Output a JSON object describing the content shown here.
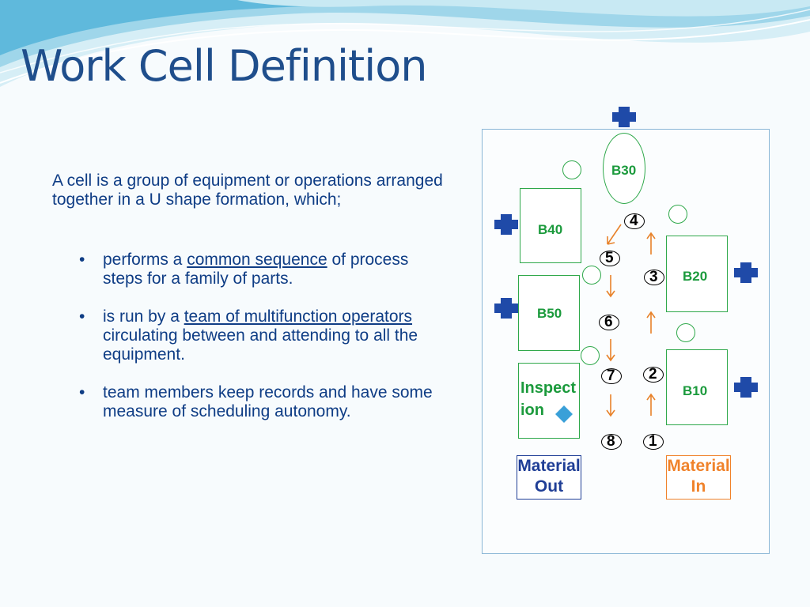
{
  "slide": {
    "title": "Work Cell Definition",
    "intro": "A cell is a group of equipment or operations arranged together in a U shape formation, which;",
    "bullet_glyph": "•",
    "bullets": {
      "b1": {
        "pre": "performs a ",
        "link": "common sequence",
        "post": " of process steps for a family of parts."
      },
      "b2": {
        "pre": "is run by a ",
        "link": "team of multifunction operators",
        "post": " circulating between and attending to all the equipment."
      },
      "b3": {
        "pre": "team members keep records and have some measure of scheduling autonomy.",
        "link": "",
        "post": ""
      }
    }
  },
  "diagram": {
    "stations": {
      "b30": "B30",
      "b40": "B40",
      "b20": "B20",
      "b50": "B50",
      "b10": "B10",
      "inspection_line1": "Inspect",
      "inspection_line2": "ion"
    },
    "steps": {
      "s1": "1",
      "s2": "2",
      "s3": "3",
      "s4": "4",
      "s5": "5",
      "s6": "6",
      "s7": "7",
      "s8": "8"
    },
    "material_out": {
      "line1": "Material",
      "line2": "Out"
    },
    "material_in": {
      "line1": "Material",
      "line2": "In"
    },
    "colors": {
      "station": "#2ea84a",
      "flow_arrow": "#e8822a",
      "operator": "#1f4aa8",
      "material_out": "#1f3e96",
      "material_in": "#f0822a",
      "inspection_marker": "#3aa0d8"
    },
    "icons": [
      "operator-icon",
      "operator-position-circle",
      "flow-arrow",
      "inspection-diamond-icon"
    ]
  }
}
